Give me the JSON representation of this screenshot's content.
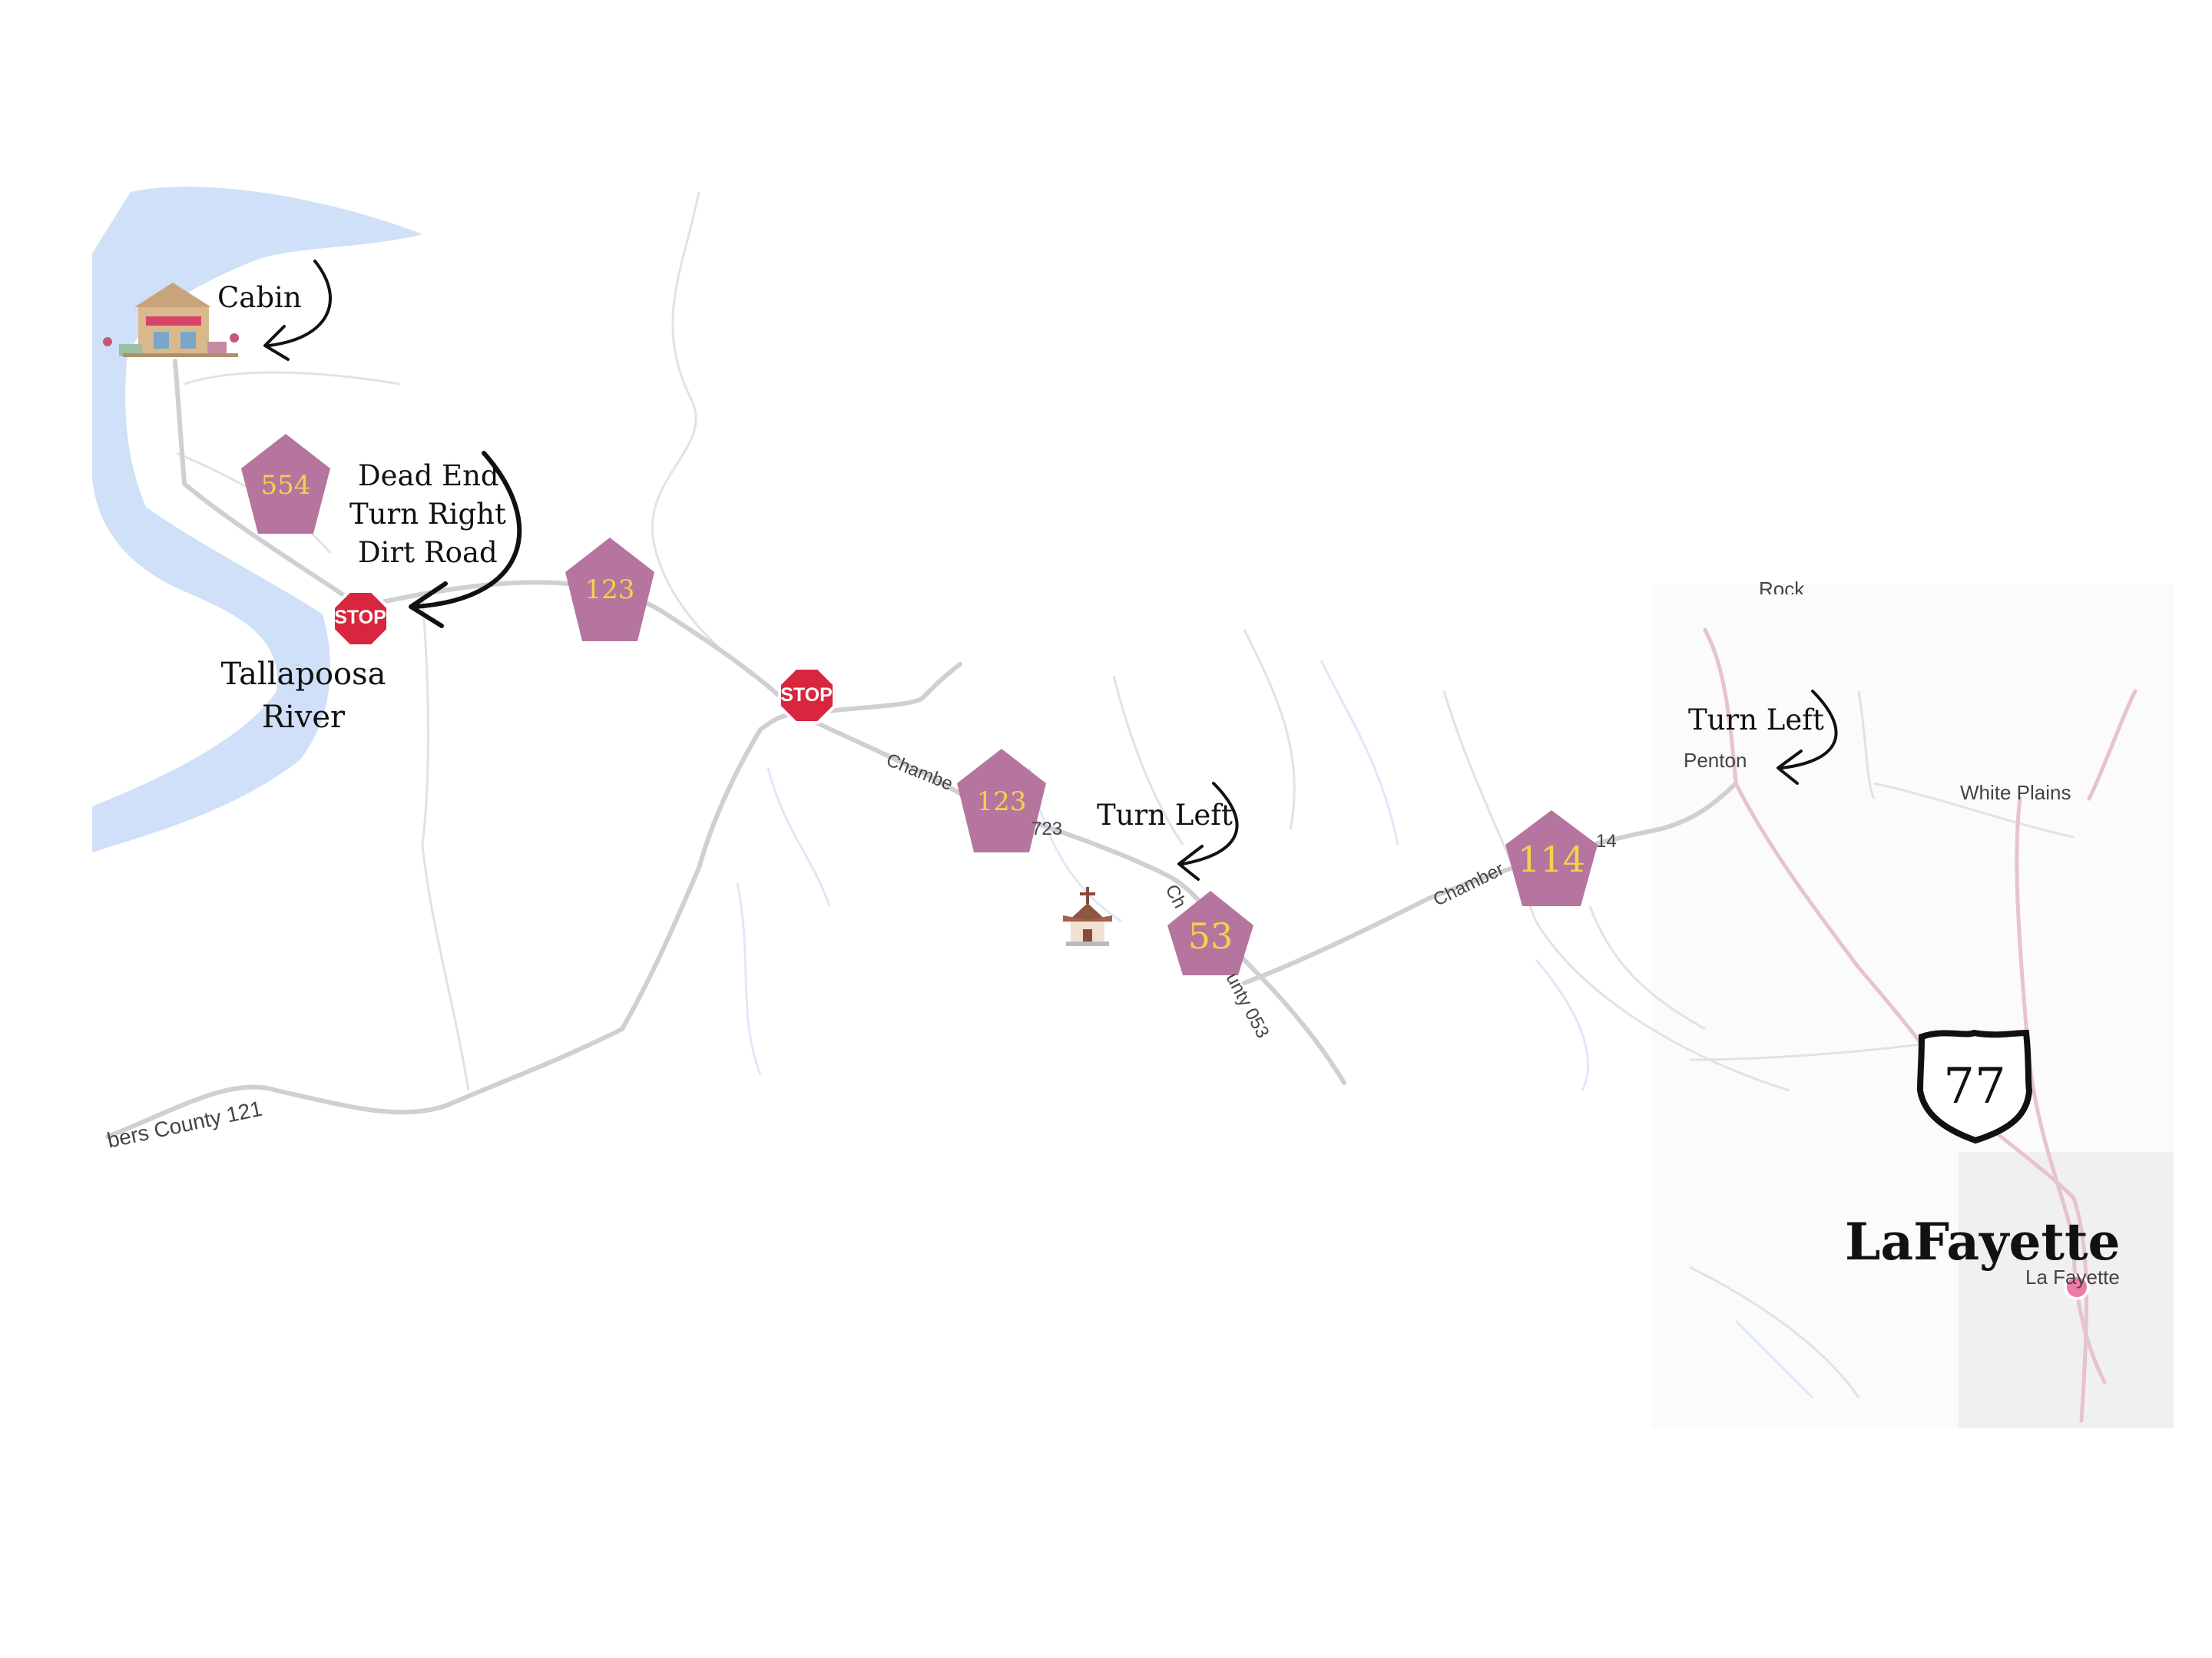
{
  "annotations": {
    "cabin": "Cabin",
    "dead_end": "Dead End",
    "turn_right": "Turn Right",
    "dirt_road": "Dirt Road",
    "river_line1": "Tallapoosa",
    "river_line2": "River",
    "turn_left_church": "Turn Left",
    "turn_left_penton": "Turn Left"
  },
  "places": {
    "penton": "Penton",
    "white_plains": "White Plains",
    "rock_partial": "Rock",
    "lafayette_big": "LaFayette",
    "lafayette_small": "La Fayette"
  },
  "road_labels": {
    "county_121": "bers County 121",
    "chambers_123": "Chambe",
    "chambers_123_num": "723",
    "chambers_053_a": "Ch",
    "chambers_053_b": "unty 053",
    "chambers_114": "Chamber",
    "chambers_114_num": "14"
  },
  "route_markers": [
    {
      "label": "554"
    },
    {
      "label": "123"
    },
    {
      "label": "123"
    },
    {
      "label": "53"
    },
    {
      "label": "114"
    }
  ],
  "stop_signs": [
    {
      "label": "STOP"
    },
    {
      "label": "STOP"
    }
  ],
  "us_highway": {
    "label": "77"
  },
  "icons": {
    "cabin": "cabin-icon",
    "church": "church-icon"
  },
  "colors": {
    "marker": "#b5759e",
    "marker_text": "#f3d34a",
    "stop": "#d7263d",
    "water": "#cfe0f8",
    "road": "#d0d0d4",
    "highway": "#e6c3cf",
    "town_area": "#f1f1f1",
    "town_dot": "#ec7aa8"
  }
}
